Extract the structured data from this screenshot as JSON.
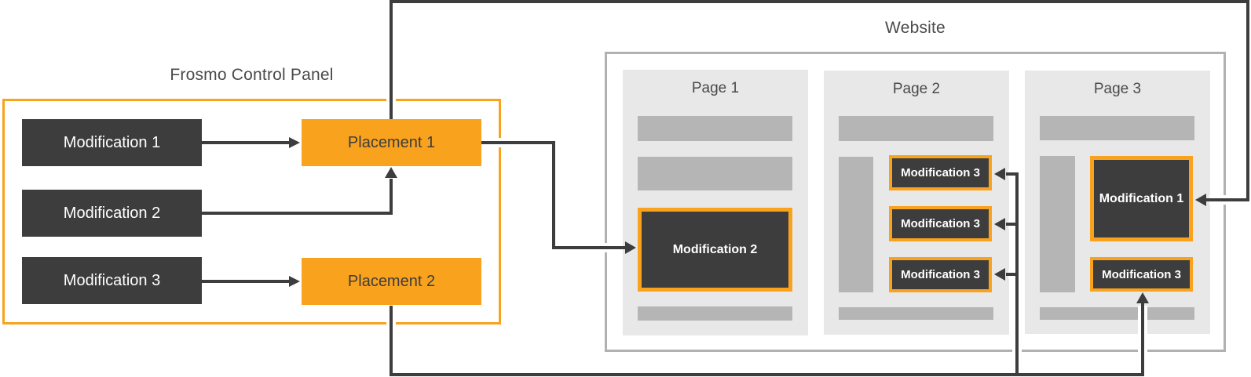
{
  "colors": {
    "orange": "#F9A21D",
    "dark_box": "#3D3D3D",
    "connector_line": "#3D3D3D",
    "page_background": "#E8E8E8",
    "placeholder_bar_gray": "#B5B5B5",
    "website_border_gray": "#B1B1B1",
    "title_text": "#4A4A4A",
    "label_on_dark": "#FFFFFF"
  },
  "control_panel": {
    "title": "Frosmo Control Panel",
    "modifications": [
      {
        "label": "Modification 1"
      },
      {
        "label": "Modification 2"
      },
      {
        "label": "Modification 3"
      }
    ],
    "placements": [
      {
        "label": "Placement 1"
      },
      {
        "label": "Placement 2"
      }
    ]
  },
  "website": {
    "title": "Website",
    "pages": [
      {
        "title": "Page 1",
        "modifications": [
          {
            "label": "Modification 2"
          }
        ]
      },
      {
        "title": "Page 2",
        "modifications": [
          {
            "label": "Modification 3"
          },
          {
            "label": "Modification 3"
          },
          {
            "label": "Modification 3"
          }
        ]
      },
      {
        "title": "Page 3",
        "modifications": [
          {
            "label": "Modification 1"
          },
          {
            "label": "Modification 3"
          }
        ]
      }
    ]
  }
}
